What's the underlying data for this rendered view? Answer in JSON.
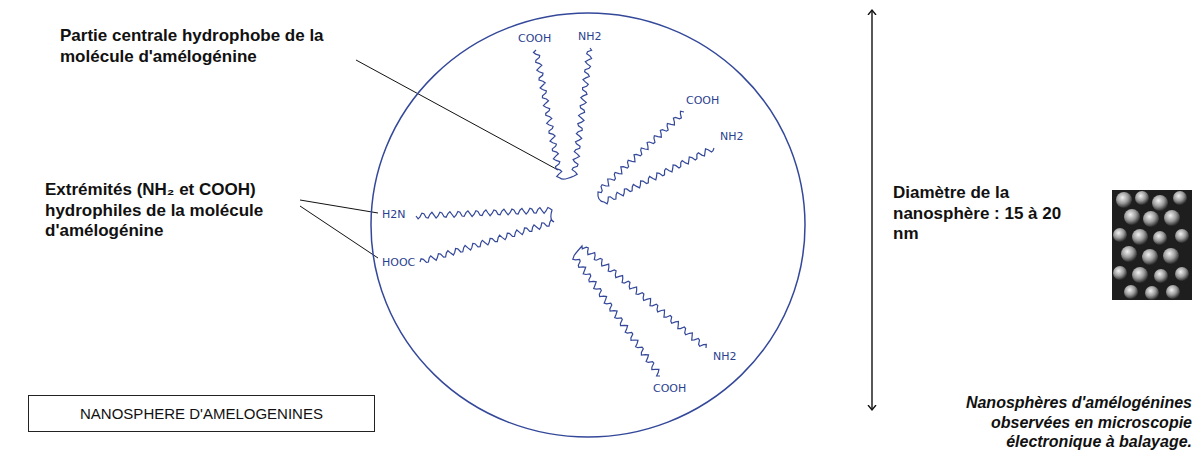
{
  "diagram": {
    "nodes": [
      {
        "text": [
          "COOH",
          "NH2",
          "COOH",
          "NH2",
          "H2N",
          "HOOC",
          "NH2",
          "COOH"
        ]
      },
      {
        "text": [
          "NANOSPHERE D'AMELOGENINES"
        ]
      }
    ],
    "labels": [
      "Partie centrale hydrophobe de la molécule d'amélogénine",
      "Extrémités (NH₂ et COOH) hydrophiles de la molécule d'amélogénine",
      "Diamètre de la nanosphère : 15 à 20 nm",
      "Nanosphères d'amélogénines observées en microscopie électronique à balayage."
    ]
  }
}
